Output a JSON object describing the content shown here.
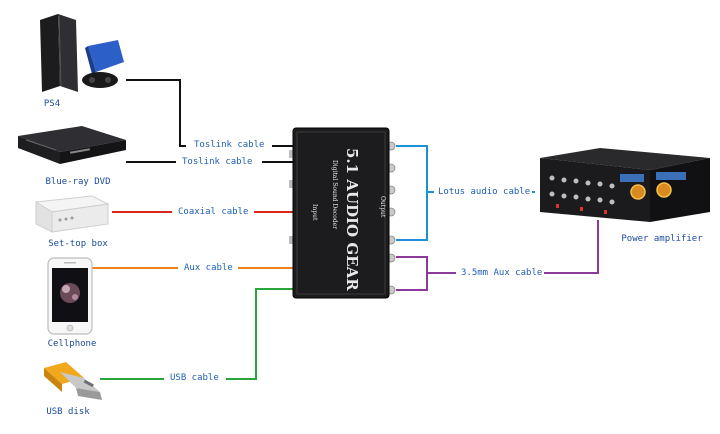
{
  "devices": {
    "ps4": "PS4",
    "bluray": "Blue-ray DVD",
    "settop": "Set-top box",
    "cellphone": "Cellphone",
    "usb": "USB disk",
    "amplifier": "Power amplifier"
  },
  "cables": {
    "toslink_1": "Toslink cable",
    "toslink_2": "Toslink cable",
    "coaxial": "Coaxial cable",
    "aux_in": "Aux cable",
    "usb": "USB cable",
    "lotus": "Lotus audio cable",
    "aux_out": "3.5mm Aux cable"
  },
  "decoder": {
    "title": "5.1 AUDIO GEAR",
    "subtitle": "Digital Sound Decoder",
    "input_label": "Input",
    "output_label": "Output"
  },
  "colors": {
    "toslink": "#111111",
    "coaxial": "#d9251c",
    "aux_in": "#f07f22",
    "usb": "#2aa53a",
    "lotus": "#1e90d8",
    "aux_out": "#8b3a9b",
    "label_text": "#1f5fb5"
  }
}
